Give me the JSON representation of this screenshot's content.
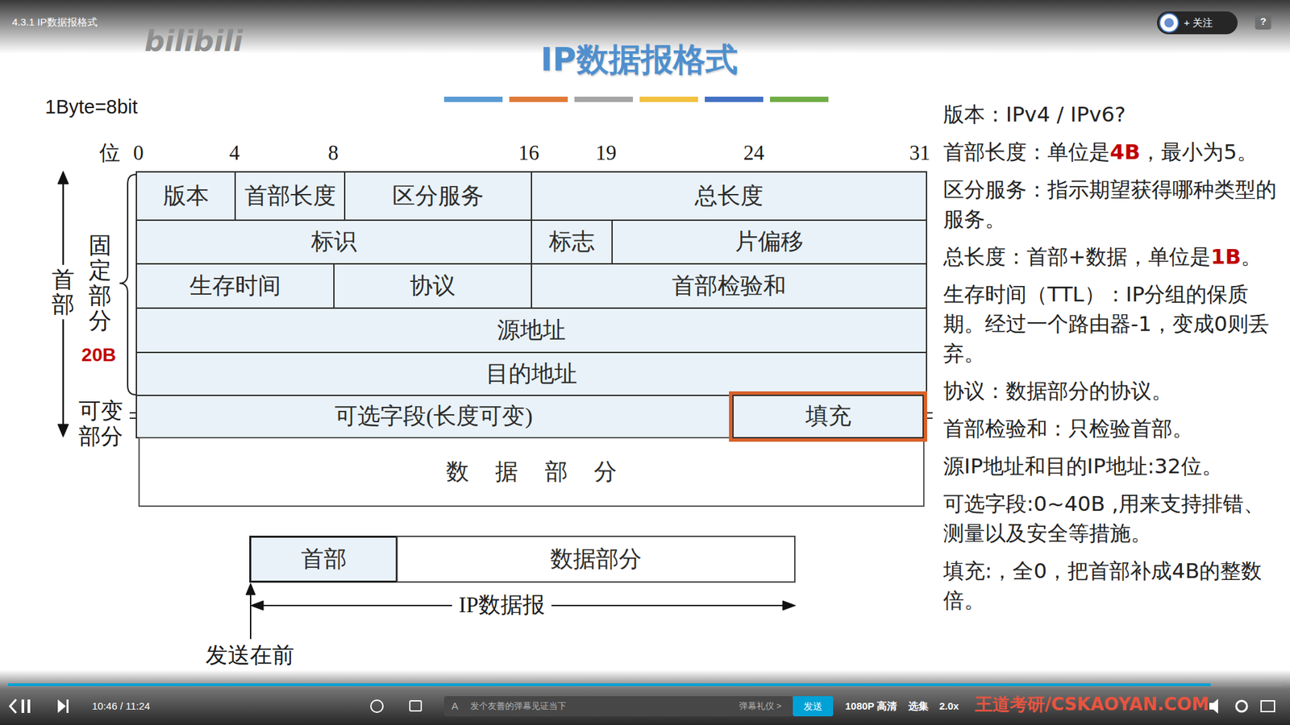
{
  "diagram": {
    "title": "IP数据报格式",
    "nodes": [
      {
        "text": [
          "版本"
        ]
      },
      {
        "text": [
          "首部长度"
        ]
      },
      {
        "text": [
          "区分服务"
        ]
      },
      {
        "text": [
          "总长度"
        ]
      },
      {
        "text": [
          "标识"
        ]
      },
      {
        "text": [
          "标志"
        ]
      },
      {
        "text": [
          "片偏移"
        ]
      },
      {
        "text": [
          "生存时间"
        ]
      },
      {
        "text": [
          "协议"
        ]
      },
      {
        "text": [
          "首部检验和"
        ]
      },
      {
        "text": [
          "源地址"
        ]
      },
      {
        "text": [
          "目的地址"
        ]
      },
      {
        "text": [
          "可选字段(长度可变)"
        ]
      },
      {
        "text": [
          "填充"
        ]
      },
      {
        "text": [
          "数 据 部 分"
        ]
      },
      {
        "text": [
          "首部"
        ]
      },
      {
        "text": [
          "数据部分"
        ]
      }
    ],
    "labels": [
      "4.3.1 IP数据报格式",
      "bilibili",
      "+ 关注",
      "?",
      "1Byte=8bit",
      "位",
      "0",
      "4",
      "8",
      "16",
      "19",
      "24",
      "31",
      "首部",
      "固定部分",
      "20B",
      "可变部分",
      "IP数据报",
      "发送在前",
      "版本：IPv4 / IPv6?",
      "首部长度：单位是4B，最小为5。",
      "区分服务：指示期望获得哪种类型的服务。",
      "总长度：首部+数据，单位是1B。",
      "生存时间（TTL）：IP分组的保质期。经过一个路由器-1，变成0则丢弃。",
      "协议：数据部分的协议。",
      "首部检验和：只检验首部。",
      "源IP地址和目的IP地址:32位。",
      "可选字段:0~40B ,用来支持排错、测量以及安全等措施。",
      "填充:，全0，把首部补成4B的整数倍。",
      "10:46 / 11:24",
      "A",
      "发个友善的弹幕见证当下",
      "弹幕礼仪 >",
      "发送",
      "1080P 高清",
      "选集",
      "2.0x",
      "王道考研/CSKAOYAN.COM"
    ]
  }
}
